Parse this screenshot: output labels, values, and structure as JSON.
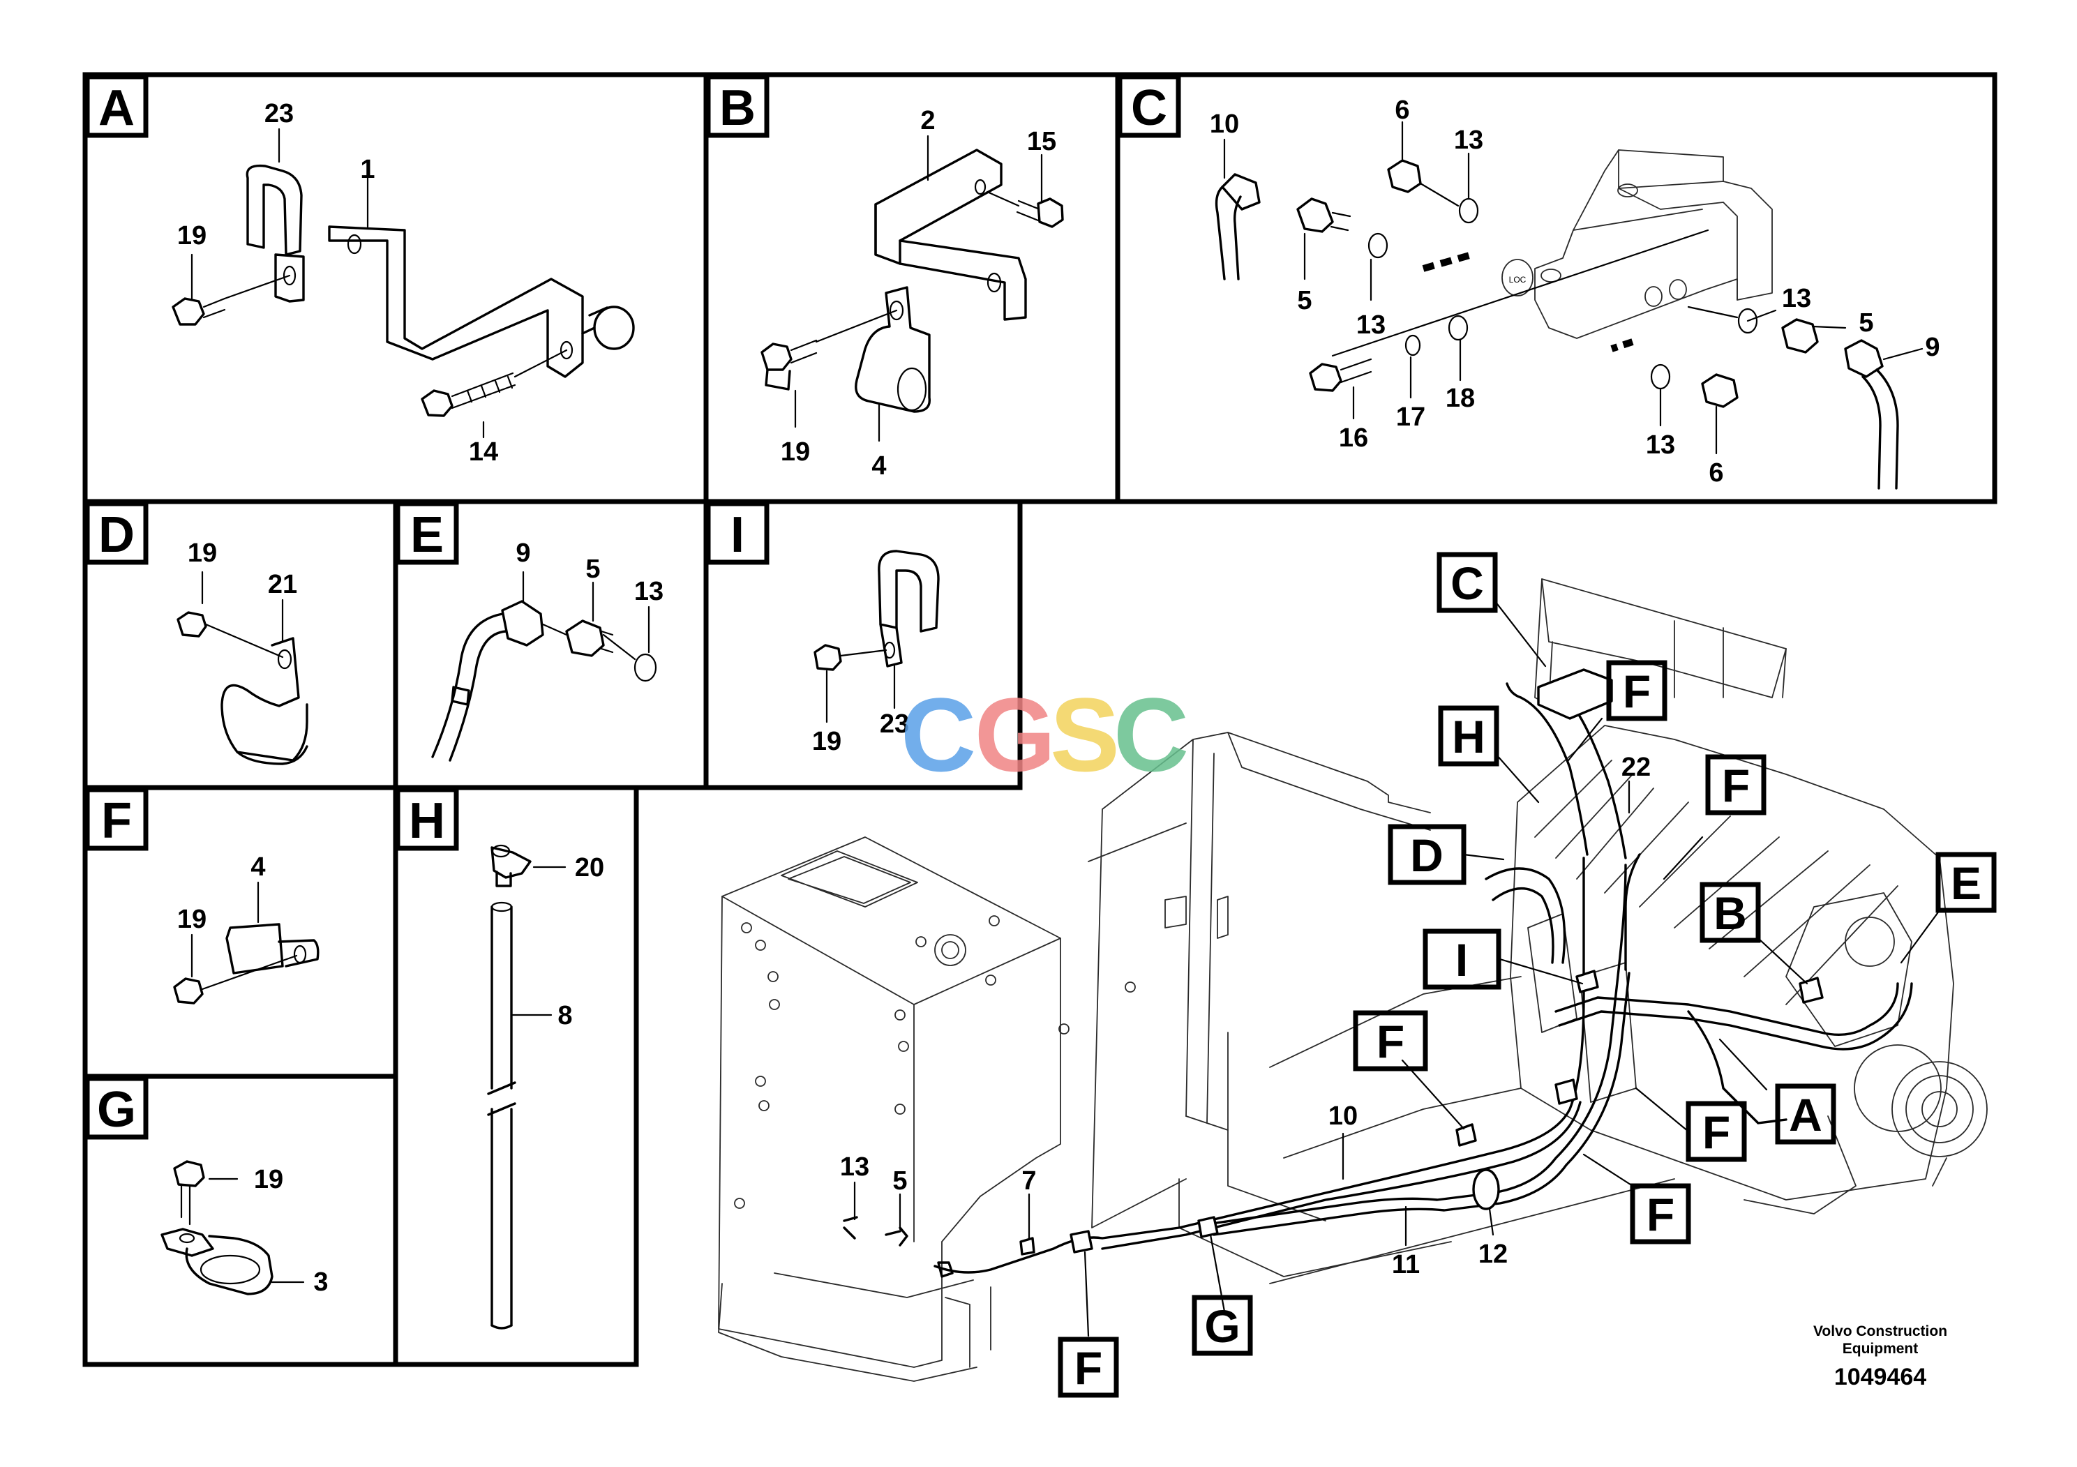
{
  "panels": {
    "A": {
      "letter": "A",
      "parts": {
        "p23": "23",
        "p1": "1",
        "p19": "19",
        "p14": "14"
      }
    },
    "B": {
      "letter": "B",
      "parts": {
        "p2": "2",
        "p15": "15",
        "p19": "19",
        "p4": "4"
      }
    },
    "C": {
      "letter": "C",
      "parts": {
        "p10": "10",
        "p6a": "6",
        "p13a": "13",
        "p5a": "5",
        "p13b": "13",
        "p13c": "13",
        "p5b": "5",
        "p9": "9",
        "p16": "16",
        "p17": "17",
        "p18": "18",
        "p13d": "13",
        "p6b": "6"
      }
    },
    "D": {
      "letter": "D",
      "parts": {
        "p19": "19",
        "p21": "21"
      }
    },
    "E": {
      "letter": "E",
      "parts": {
        "p9": "9",
        "p5": "5",
        "p13": "13"
      }
    },
    "I": {
      "letter": "I",
      "parts": {
        "p19": "19",
        "p23": "23"
      }
    },
    "F": {
      "letter": "F",
      "parts": {
        "p4": "4",
        "p19": "19"
      }
    },
    "H": {
      "letter": "H",
      "parts": {
        "p20": "20",
        "p8": "8"
      }
    },
    "G": {
      "letter": "G",
      "parts": {
        "p19": "19",
        "p3": "3"
      }
    }
  },
  "main": {
    "callouts": {
      "C": "C",
      "F1": "F",
      "H": "H",
      "D": "D",
      "F2": "F",
      "B": "B",
      "E": "E",
      "I": "I",
      "F3": "F",
      "F4": "F",
      "A": "A",
      "F5": "F",
      "G": "G",
      "F6": "F"
    },
    "numbers": {
      "p22": "22",
      "p10": "10",
      "p13": "13",
      "p5": "5",
      "p7": "7",
      "p11": "11",
      "p12": "12"
    }
  },
  "watermark": {
    "c1": "C",
    "c2": "G",
    "c3": "S",
    "c4": "C",
    "colors": [
      "#5aa0e8",
      "#f08484",
      "#f3d35c",
      "#67c08e"
    ]
  },
  "footer": {
    "line1": "Volvo Construction",
    "line2": "Equipment",
    "part_number": "1049464"
  }
}
